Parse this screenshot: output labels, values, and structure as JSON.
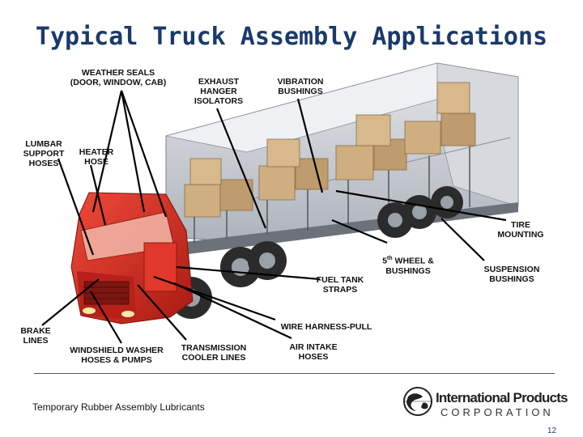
{
  "title": "Typical Truck Assembly Applications",
  "labels": {
    "weather_seals": "WEATHER SEALS\n(DOOR, WINDOW, CAB)",
    "exhaust": "EXHAUST\nHANGER\nISOLATORS",
    "vibration": "VIBRATION\nBUSHINGS",
    "lumbar": "LUMBAR\nSUPPORT\nHOSES",
    "heater": "HEATER\nHOSE",
    "tire": "TIRE\nMOUNTING",
    "fifth_wheel_num": "5",
    "fifth_wheel_sup": "th",
    "fifth_wheel_rest": " WHEEL &",
    "fifth_wheel_line2": "BUSHINGS",
    "fuel_tank": "FUEL TANK\nSTRAPS",
    "suspension": "SUSPENSION\nBUSHINGS",
    "wire_harness": "WIRE HARNESS-PULL",
    "brake": "BRAKE\nLINES",
    "windshield": "WINDSHIELD WASHER\nHOSES & PUMPS",
    "transmission": "TRANSMISSION\nCOOLER LINES",
    "air_intake": "AIR INTAKE\nHOSES"
  },
  "footer": "Temporary Rubber Assembly Lubricants",
  "logo": {
    "line1": "International Products",
    "line2": "CORPORATION"
  },
  "page_number": "12",
  "colors": {
    "title": "#1a3a6b",
    "cab": "#d62b1e",
    "trailer": "#c9ccd2",
    "boxes": "#c9a878"
  }
}
